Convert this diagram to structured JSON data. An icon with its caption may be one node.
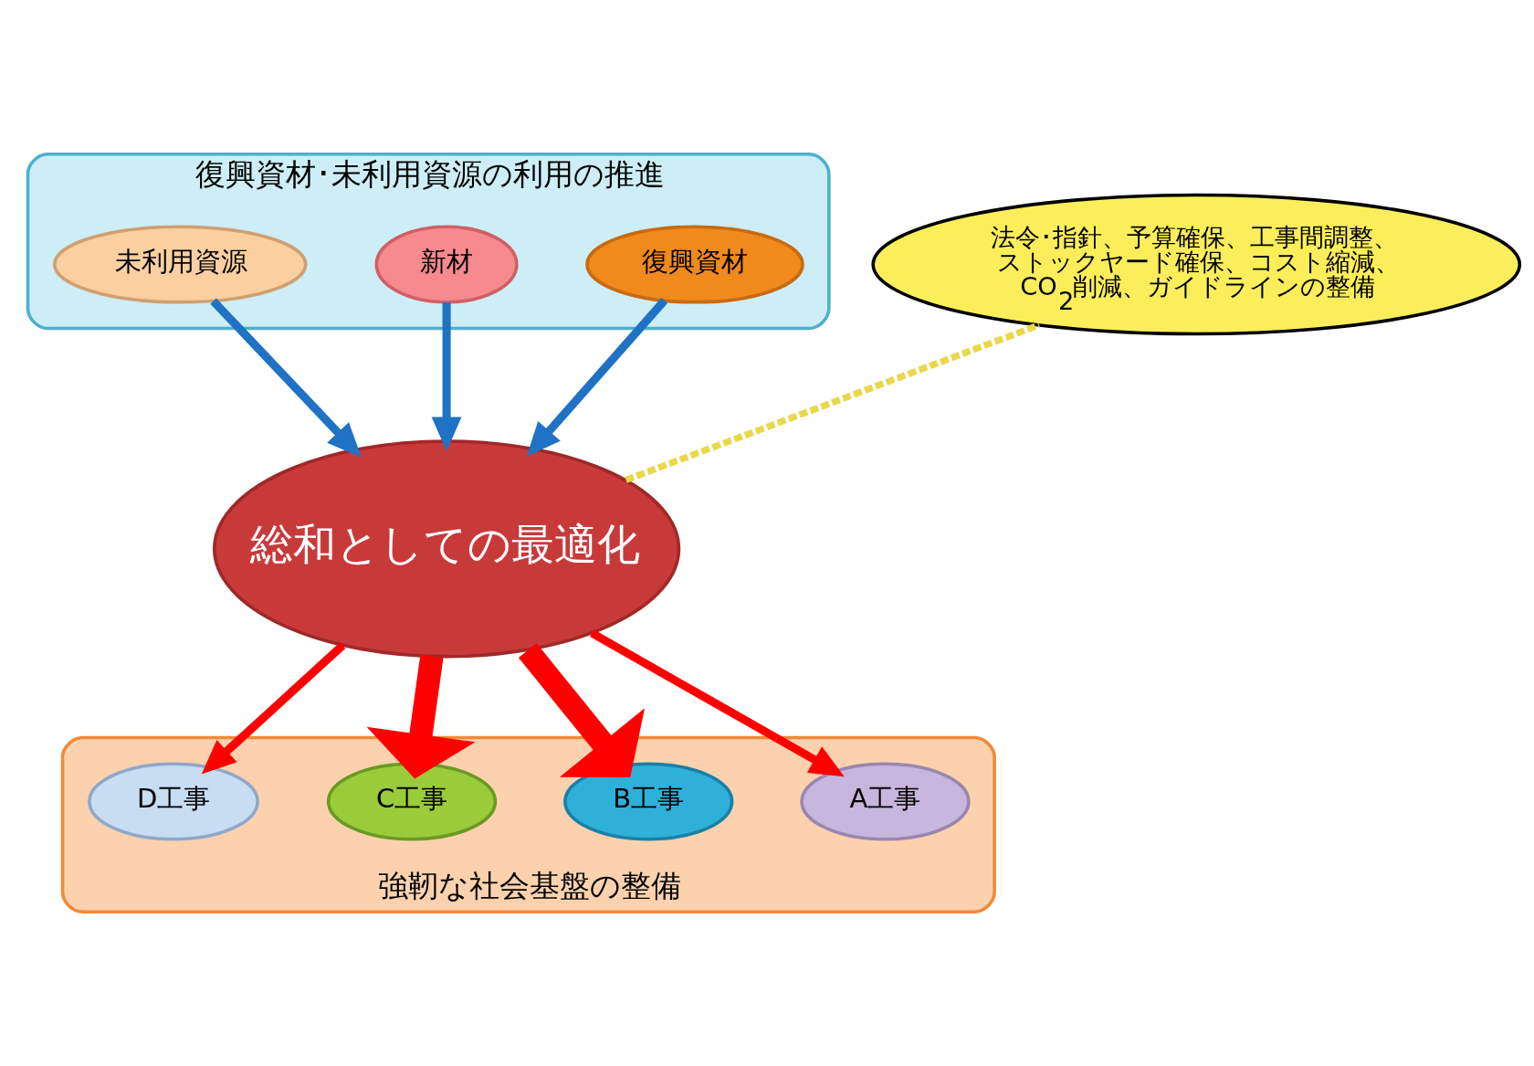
{
  "diagram": {
    "nodes": [
      {
        "text": [
          "復興資材･未利用資源の利用の推進"
        ]
      },
      {
        "text": [
          "復興資材"
        ],
        "in": 0
      },
      {
        "text": [
          "新材"
        ],
        "in": 0
      },
      {
        "text": [
          "未利用資源"
        ],
        "in": 0
      },
      {
        "text": [
          "総和としての最適化"
        ]
      },
      {
        "text": [
          "法令･指針、予算確保、工事間調整、ストックヤード確保、コスト縮減、CO$_{2}$削減、ガイドラインの整備"
        ]
      },
      {
        "text": [
          "強靭な社会基盤の整備"
        ]
      },
      {
        "text": [
          "A工事"
        ],
        "in": 6
      },
      {
        "text": [
          "B工事"
        ],
        "in": 6
      },
      {
        "text": [
          "C工事"
        ],
        "in": 6
      },
      {
        "text": [
          "D工事"
        ],
        "in": 6
      }
    ],
    "edges": [
      {
        "from": 1,
        "to": 4,
        "arrow": "to",
        "color": "#1f72c4"
      },
      {
        "from": 2,
        "to": 4,
        "arrow": "to",
        "color": "#1f72c4"
      },
      {
        "from": 3,
        "to": 4,
        "arrow": "to",
        "color": "#1f72c4"
      },
      {
        "from": 4,
        "to": 5,
        "arrow": "none",
        "style": "dashed",
        "color": "#e8d84a"
      },
      {
        "from": 4,
        "to": 7,
        "arrow": "to",
        "color": "#ff0000"
      },
      {
        "from": 4,
        "to": 8,
        "arrow": "to",
        "style": "thick",
        "color": "#ff0000"
      },
      {
        "from": 4,
        "to": 9,
        "arrow": "to",
        "style": "thick",
        "color": "#ff0000"
      },
      {
        "from": 4,
        "to": 10,
        "arrow": "to",
        "color": "#ff0000"
      }
    ]
  }
}
